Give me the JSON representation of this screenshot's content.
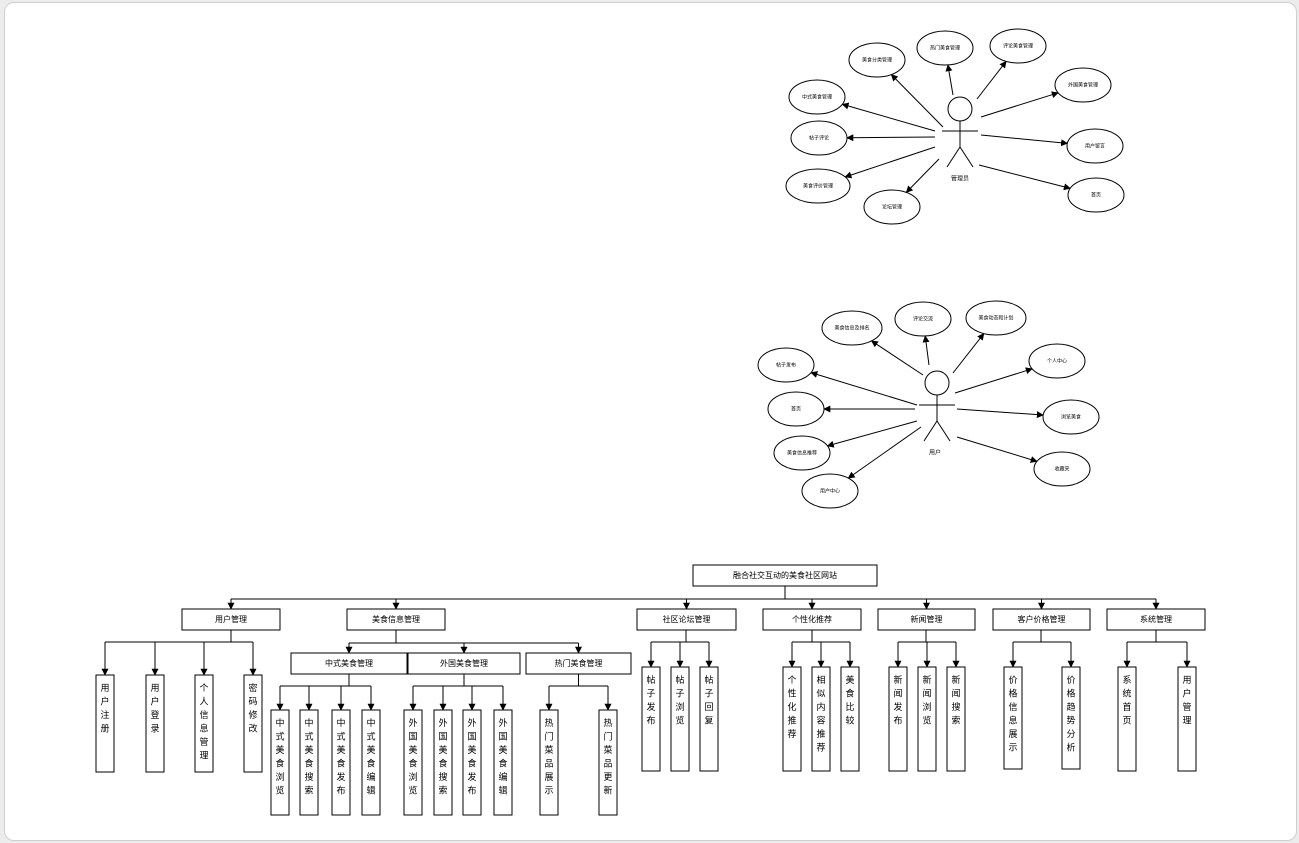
{
  "admin_usecase": {
    "actor": "管理员",
    "cases": [
      "美食分类管理",
      "热门美食管理",
      "评论美食管理",
      "外国美食管理",
      "中式美食管理",
      "帖子评论",
      "用户留言",
      "美食评价管理",
      "论坛管理",
      "首页"
    ]
  },
  "user_usecase": {
    "actor": "用户",
    "cases": [
      "美食信息及排名",
      "评论交流",
      "美食动态和计划",
      "帖子发布",
      "个人中心",
      "首页",
      "浏览美食",
      "美食信息推荐",
      "收藏夹",
      "用户中心"
    ]
  },
  "tree": {
    "root": "融合社交互动的美食社区网站",
    "modules": [
      {
        "label": "用户管理",
        "children": [
          "用户注册",
          "用户登录",
          "个人信息管理",
          "密码修改"
        ]
      },
      {
        "label": "美食信息管理",
        "children": [
          {
            "label": "中式美食管理",
            "children": [
              "中式美食浏览",
              "中式美食搜索",
              "中式美食发布",
              "中式美食编辑"
            ]
          },
          {
            "label": "外国美食管理",
            "children": [
              "外国美食浏览",
              "外国美食搜索",
              "外国美食发布",
              "外国美食编辑"
            ]
          },
          {
            "label": "热门美食管理",
            "children": [
              "热门菜品展示",
              "热门菜品更新"
            ]
          }
        ]
      },
      {
        "label": "社区论坛管理",
        "children": [
          "帖子发布",
          "帖子浏览",
          "帖子回复"
        ]
      },
      {
        "label": "个性化推荐",
        "children": [
          "个性化推荐",
          "相似内容推荐",
          "美食比较"
        ]
      },
      {
        "label": "新闻管理",
        "children": [
          "新闻发布",
          "新闻浏览",
          "新闻搜索"
        ]
      },
      {
        "label": "客户价格管理",
        "children": [
          "价格信息展示",
          "价格趋势分析"
        ]
      },
      {
        "label": "系统管理",
        "children": [
          "系统首页",
          "用户管理"
        ]
      }
    ]
  }
}
